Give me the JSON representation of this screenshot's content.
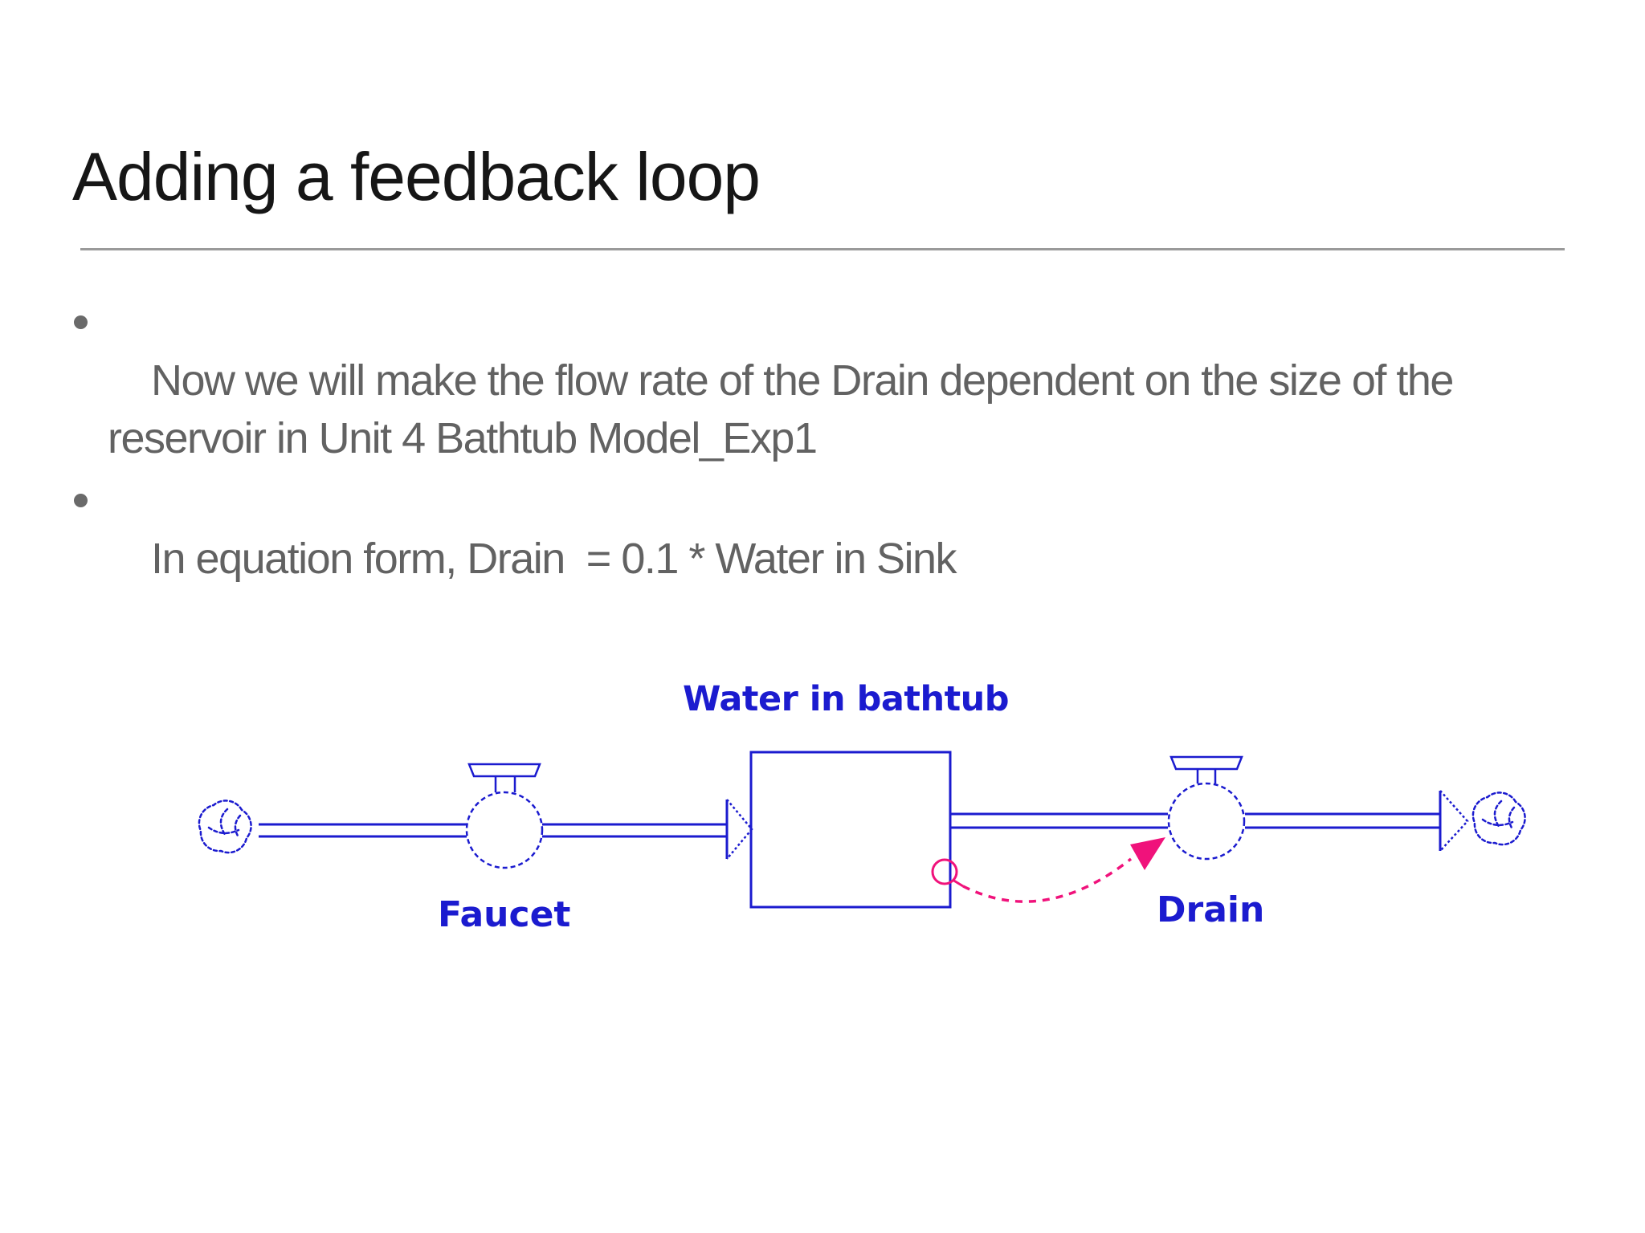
{
  "colors": {
    "accent_blue": "#1b1bcf",
    "feedback_pink": "#f0127b",
    "title_text": "#161616",
    "body_text": "#626262",
    "divider_gray": "#9a9a9a",
    "background": "#ffffff"
  },
  "slide": {
    "title": "Adding a feedback loop",
    "bullets": [
      "Now we will make the flow rate of the Drain dependent on the size of the reservoir in Unit 4 Bathtub Model_Exp1",
      "In equation form, Drain  = 0.1 * Water in Sink"
    ]
  },
  "diagram": {
    "stock_label": "Water in bathtub",
    "inflow_label": "Faucet",
    "outflow_label": "Drain",
    "icons": {
      "source": "source-cloud-icon",
      "inflow_valve": "faucet-valve-icon",
      "stock": "stock-box",
      "outflow_valve": "drain-valve-icon",
      "sink": "sink-cloud-icon",
      "feedback": "feedback-arrow-icon"
    }
  }
}
